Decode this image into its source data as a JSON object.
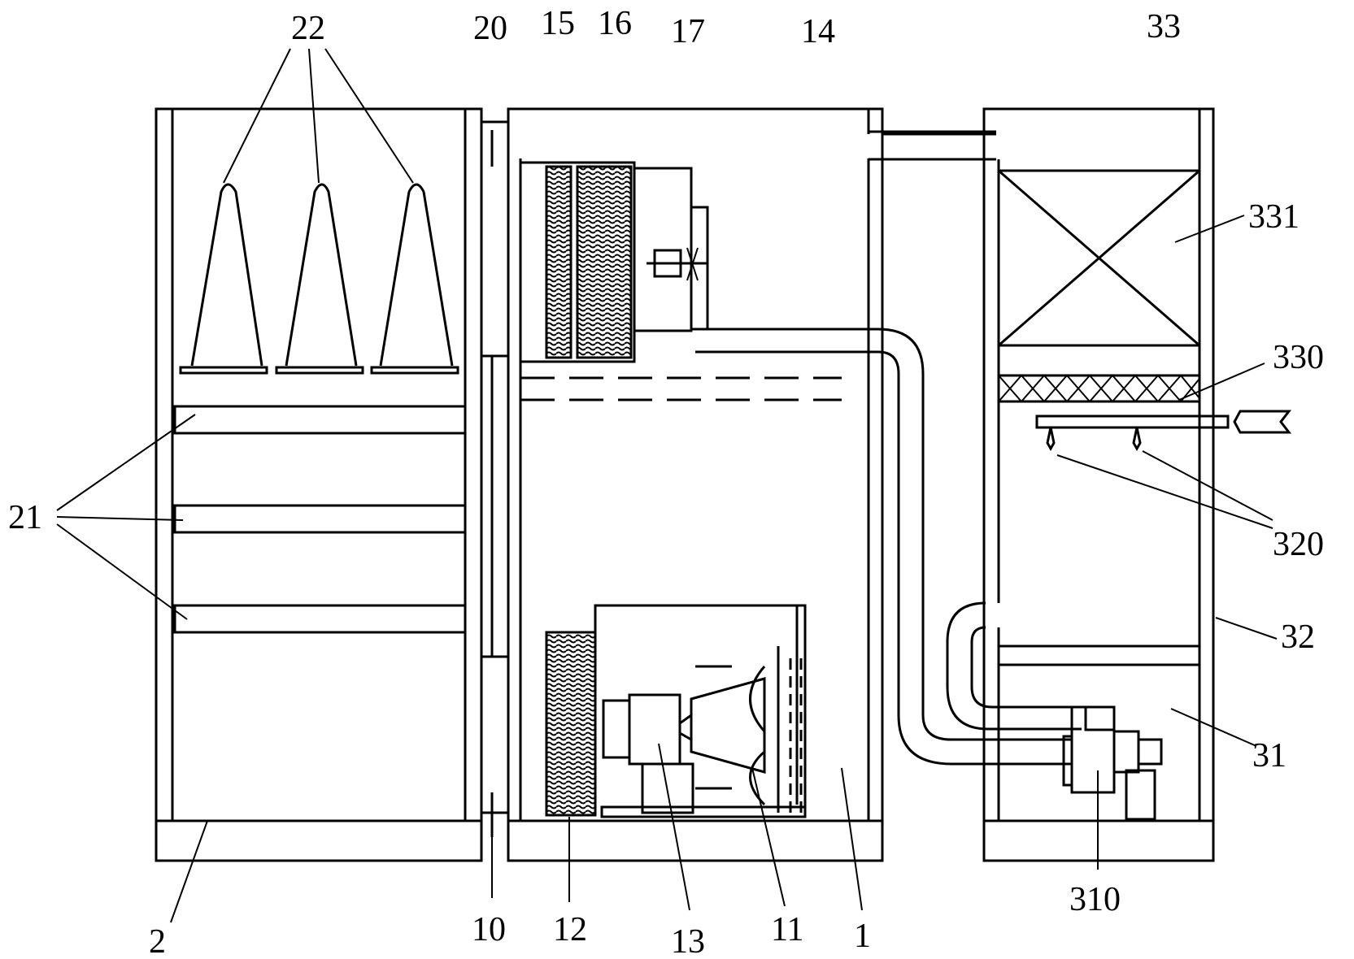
{
  "labels": {
    "l22": "22",
    "l20": "20",
    "l15": "15",
    "l16": "16",
    "l17": "17",
    "l14": "14",
    "l33": "33",
    "l331": "331",
    "l330": "330",
    "l21": "21",
    "l320": "320",
    "l32": "32",
    "l31": "31",
    "l2": "2",
    "l10": "10",
    "l12": "12",
    "l13": "13",
    "l11": "11",
    "l1": "1",
    "l310": "310"
  }
}
